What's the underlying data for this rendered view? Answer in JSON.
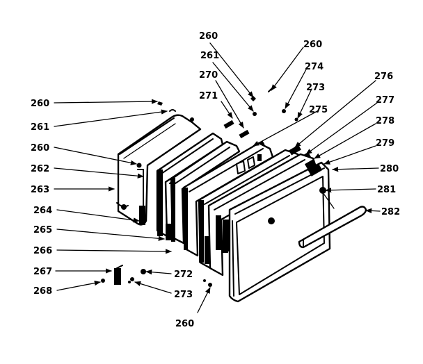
{
  "diagram": {
    "labels": {
      "l260a": "260",
      "l261a": "261",
      "l260b": "260",
      "l262": "262",
      "l263": "263",
      "l264": "264",
      "l265": "265",
      "l266": "266",
      "l267": "267",
      "l268": "268",
      "l272": "272",
      "l273a": "273",
      "l260c": "260",
      "l260d": "260",
      "l261b": "261",
      "l270": "270",
      "l271": "271",
      "l260e": "260",
      "l274": "274",
      "l273b": "273",
      "l275": "275",
      "l276": "276",
      "l277": "277",
      "l278": "278",
      "l279": "279",
      "l280": "280",
      "l281": "281",
      "l282": "282"
    }
  }
}
